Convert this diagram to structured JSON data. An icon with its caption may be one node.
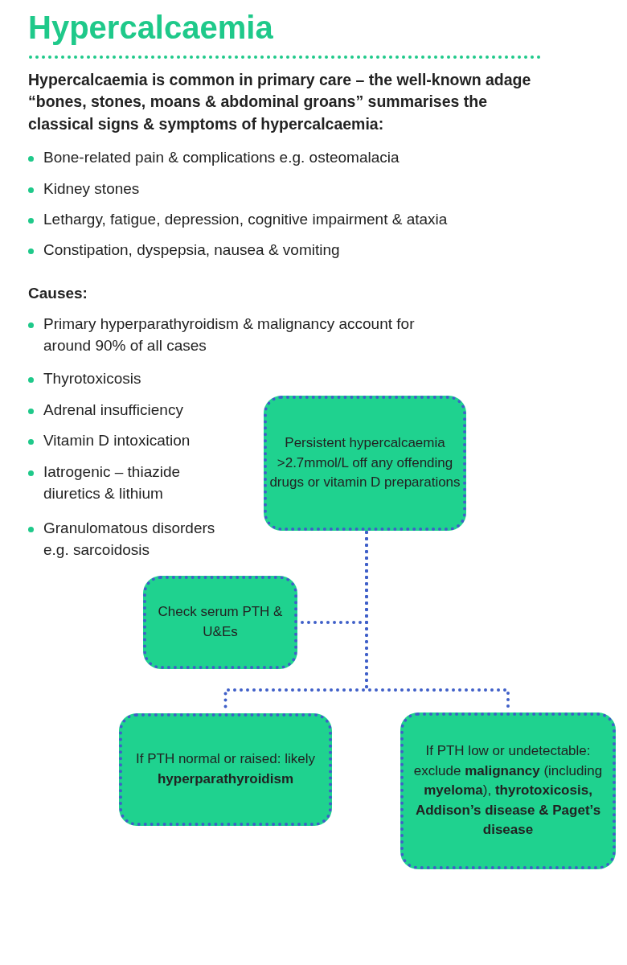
{
  "diagram": {
    "title": "Hypercalcaemia",
    "nodes": [
      {
        "text": [
          "Persistent hypercalcaemia >2.7mmol/L off any offending drugs or vitamin D preparations"
        ]
      },
      {
        "text": [
          "Check serum PTH & U&Es"
        ]
      },
      {
        "text": [
          "If PTH normal or raised: likely **hyperparathyroidism**"
        ]
      },
      {
        "text": [
          "If PTH low or undetectable: exclude **malignancy** (including **myeloma**), **thyrotoxicosis, Addison’s disease & Paget’s disease**"
        ]
      }
    ],
    "edges": [
      {
        "from": 0,
        "to": 1,
        "arrow": "none"
      },
      {
        "from": 0,
        "to": 2,
        "arrow": "none"
      },
      {
        "from": 0,
        "to": 3,
        "arrow": "none"
      }
    ],
    "labels": [
      "Hypercalcaemia is common in primary care – the well-known adage “bones, stones, moans & abdominal groans” summarises the classical signs & symptoms of hypercalcaemia:",
      "Bone-related pain & complications e.g. osteomalacia",
      "Kidney stones",
      "Lethargy, fatigue, depression, cognitive impairment & ataxia",
      "Constipation, dyspepsia, nausea & vomiting",
      "Causes:",
      "Primary hyperparathyroidism & malignancy account for around 90% of all cases",
      "Thyrotoxicosis",
      "Adrenal insufficiency",
      "Vitamin D intoxication",
      "Iatrogenic – thiazide diuretics & lithium",
      "Granulomatous disorders e.g. sarcoidosis"
    ]
  }
}
